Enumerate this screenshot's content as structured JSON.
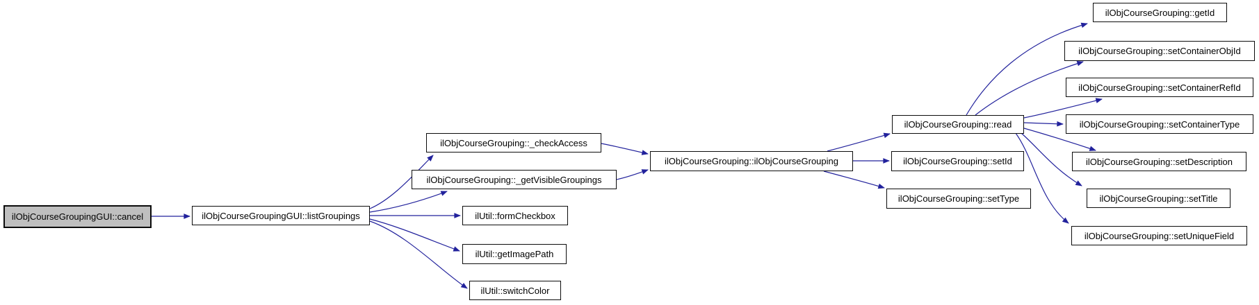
{
  "diagram": {
    "type": "call-graph",
    "nodes": [
      {
        "id": "cancel",
        "label": "ilObjCourseGroupingGUI::cancel",
        "highlighted": true
      },
      {
        "id": "listGroupings",
        "label": "ilObjCourseGroupingGUI::listGroupings",
        "highlighted": false
      },
      {
        "id": "checkAccess",
        "label": "ilObjCourseGrouping::_checkAccess",
        "highlighted": false
      },
      {
        "id": "getVisibleGroupings",
        "label": "ilObjCourseGrouping::_getVisibleGroupings",
        "highlighted": false
      },
      {
        "id": "formCheckbox",
        "label": "ilUtil::formCheckbox",
        "highlighted": false
      },
      {
        "id": "getImagePath",
        "label": "ilUtil::getImagePath",
        "highlighted": false
      },
      {
        "id": "switchColor",
        "label": "ilUtil::switchColor",
        "highlighted": false
      },
      {
        "id": "constructor",
        "label": "ilObjCourseGrouping::ilObjCourseGrouping",
        "highlighted": false
      },
      {
        "id": "read",
        "label": "ilObjCourseGrouping::read",
        "highlighted": false
      },
      {
        "id": "setId",
        "label": "ilObjCourseGrouping::setId",
        "highlighted": false
      },
      {
        "id": "setType",
        "label": "ilObjCourseGrouping::setType",
        "highlighted": false
      },
      {
        "id": "getId",
        "label": "ilObjCourseGrouping::getId",
        "highlighted": false
      },
      {
        "id": "setContainerObjId",
        "label": "ilObjCourseGrouping::setContainerObjId",
        "highlighted": false
      },
      {
        "id": "setContainerRefId",
        "label": "ilObjCourseGrouping::setContainerRefId",
        "highlighted": false
      },
      {
        "id": "setContainerType",
        "label": "ilObjCourseGrouping::setContainerType",
        "highlighted": false
      },
      {
        "id": "setDescription",
        "label": "ilObjCourseGrouping::setDescription",
        "highlighted": false
      },
      {
        "id": "setTitle",
        "label": "ilObjCourseGrouping::setTitle",
        "highlighted": false
      },
      {
        "id": "setUniqueField",
        "label": "ilObjCourseGrouping::setUniqueField",
        "highlighted": false
      }
    ],
    "edges": [
      {
        "from": "cancel",
        "to": "listGroupings"
      },
      {
        "from": "listGroupings",
        "to": "checkAccess"
      },
      {
        "from": "listGroupings",
        "to": "getVisibleGroupings"
      },
      {
        "from": "listGroupings",
        "to": "formCheckbox"
      },
      {
        "from": "listGroupings",
        "to": "getImagePath"
      },
      {
        "from": "listGroupings",
        "to": "switchColor"
      },
      {
        "from": "checkAccess",
        "to": "constructor"
      },
      {
        "from": "getVisibleGroupings",
        "to": "constructor"
      },
      {
        "from": "constructor",
        "to": "read"
      },
      {
        "from": "constructor",
        "to": "setId"
      },
      {
        "from": "constructor",
        "to": "setType"
      },
      {
        "from": "read",
        "to": "getId"
      },
      {
        "from": "read",
        "to": "setContainerObjId"
      },
      {
        "from": "read",
        "to": "setContainerRefId"
      },
      {
        "from": "read",
        "to": "setContainerType"
      },
      {
        "from": "read",
        "to": "setDescription"
      },
      {
        "from": "read",
        "to": "setTitle"
      },
      {
        "from": "read",
        "to": "setUniqueField"
      }
    ],
    "colors": {
      "edge": "#22229c",
      "node_border": "#0b0b0b",
      "node_fill": "#ffffff",
      "highlight_fill": "#bfbfbf",
      "text": "#000000"
    }
  }
}
